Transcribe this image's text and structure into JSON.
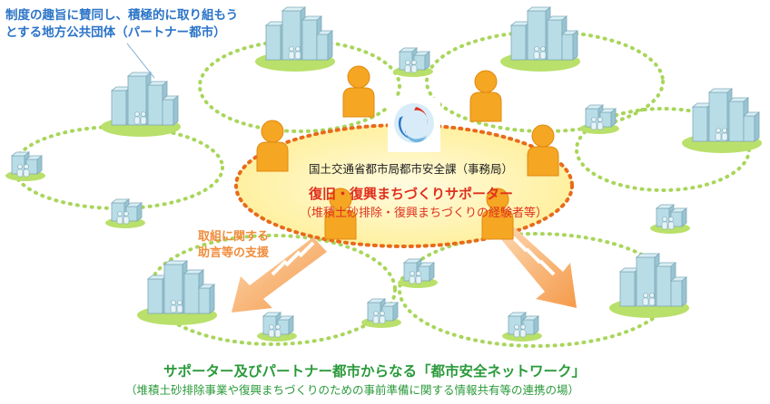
{
  "partner_caption": {
    "line1": "制度の趣旨に賛同し、積極的に取り組もう",
    "line2": "とする地方公共団体（パートナー都市）"
  },
  "center": {
    "office_label": "国土交通省都市局都市安全課（事務局）",
    "supporter_title": "復旧・復興まちづくりサポーター",
    "supporter_sub": "（堆積土砂排除・復興まちづくりの経験者等）"
  },
  "support": {
    "line1": "取組に関する",
    "line2": "助言等の支援"
  },
  "network": {
    "title": "サポーター及びパートナー都市からなる「都市安全ネットワーク」",
    "sub": "（堆積土砂排除事業や復興まちづくりのための事前準備に関する情報共有等の連携の場）"
  },
  "colors": {
    "caption_blue": "#2b74c8",
    "supporter_red": "#e0301e",
    "support_orange": "#f08c3c",
    "network_green": "#2a9a3a",
    "ring_green": "#a8d65a",
    "pad_green": "#b9e06a",
    "building_blue": "#b9dde7",
    "person_orange": "#f5a623",
    "center_yellow": "#fff2a0"
  }
}
